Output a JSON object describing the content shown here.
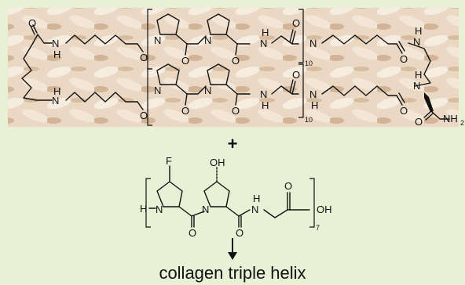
{
  "colors": {
    "page_background": "#e8f1d6",
    "panel_background": "#e9d7c3",
    "ink": "#111111"
  },
  "top_molecule": {
    "amide_n": "N",
    "amide_h": "H",
    "ring_n": "N",
    "carbonyl_o": "O",
    "repeat_top": "10",
    "repeat_bottom": "10",
    "terminal": "NH",
    "terminal_sub": "2"
  },
  "plus_sign": "+",
  "bottom_molecule": {
    "fluoro": "F",
    "hydroxy": "OH",
    "h_end": "H",
    "ring_n": "N",
    "amide_n": "N",
    "amide_h": "H",
    "carbonyl_o": "O",
    "acid_o": "O",
    "acid_oh": "OH",
    "repeat": "7"
  },
  "caption": "collagen triple helix"
}
